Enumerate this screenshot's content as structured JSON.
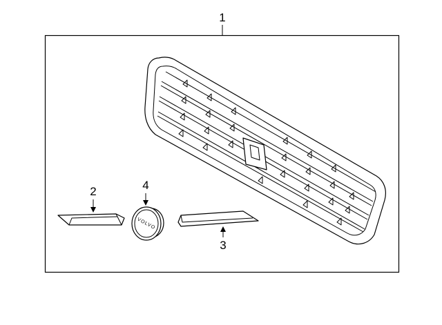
{
  "callouts": {
    "grille": "1",
    "left_molding": "2",
    "right_molding": "3",
    "emblem": "4"
  },
  "emblem_text": "VOLVO"
}
